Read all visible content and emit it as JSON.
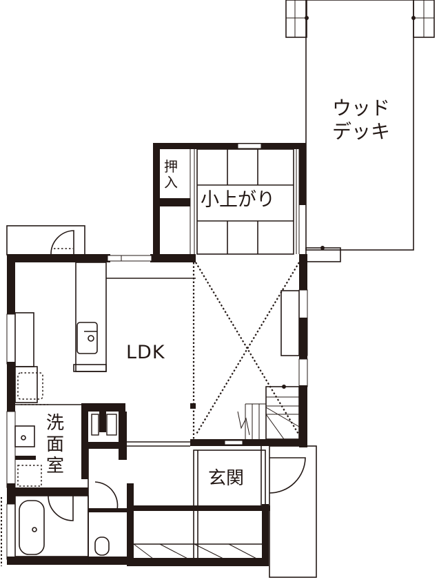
{
  "floor_plan": {
    "type": "residential floor plan (1F)",
    "rooms": {
      "ldk": {
        "label": "LDK"
      },
      "wood_deck": {
        "label": "ウッド\nデッキ"
      },
      "koagari": {
        "label": "小上がり"
      },
      "oshiire": {
        "label": "押\n入"
      },
      "senmenshitsu": {
        "label": "洗\n面\n室"
      },
      "genkan": {
        "label": "玄関"
      }
    },
    "features": [
      "kitchen-counter-with-sink",
      "stairs",
      "atrium-void",
      "bathtub",
      "toilet",
      "washbasin",
      "shoe-storage",
      "tatami-mats",
      "closet"
    ],
    "colors": {
      "wall": "#231815",
      "background": "#ffffff"
    }
  }
}
